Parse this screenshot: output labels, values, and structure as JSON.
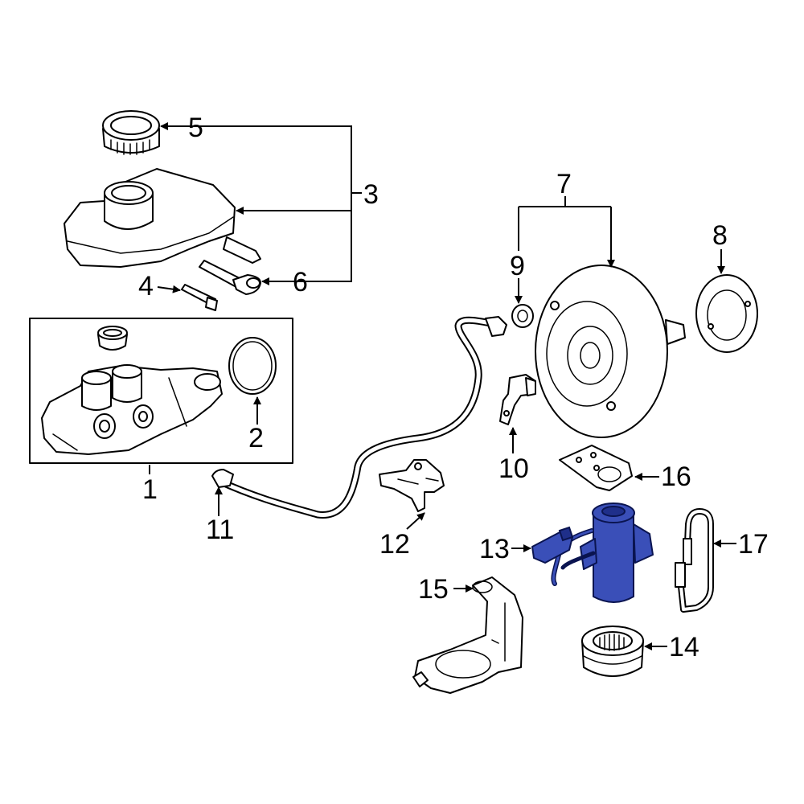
{
  "callouts": {
    "c1": "1",
    "c2": "2",
    "c3": "3",
    "c4": "4",
    "c5": "5",
    "c6": "6",
    "c7": "7",
    "c8": "8",
    "c9": "9",
    "c10": "10",
    "c11": "11",
    "c12": "12",
    "c13": "13",
    "c14": "14",
    "c15": "15",
    "c16": "16",
    "c17": "17"
  },
  "highlight": {
    "part": "13",
    "color": "#3a4fb8"
  }
}
